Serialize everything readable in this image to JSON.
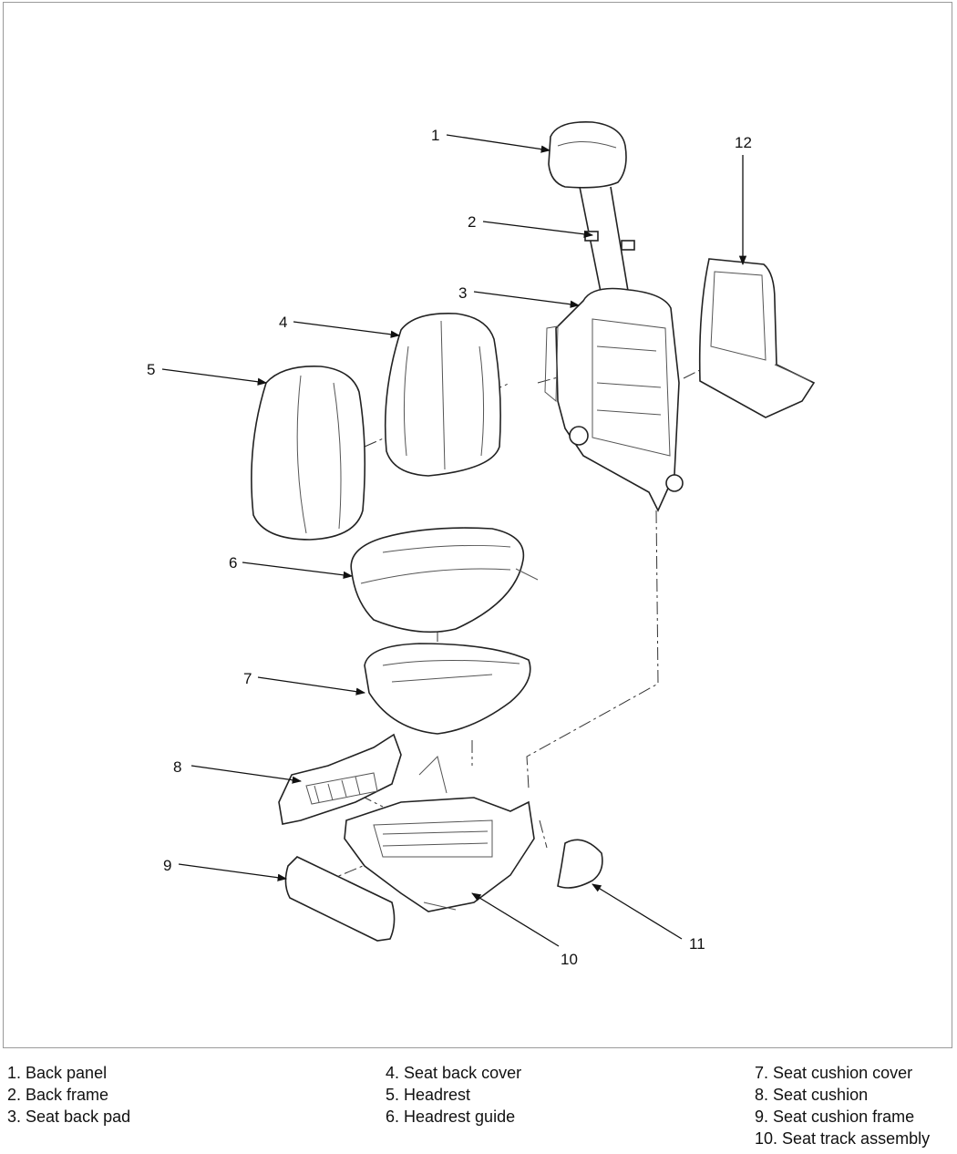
{
  "callouts": [
    {
      "id": "1",
      "text": "1"
    },
    {
      "id": "2",
      "text": "2"
    },
    {
      "id": "3",
      "text": "3"
    },
    {
      "id": "4",
      "text": "4"
    },
    {
      "id": "5",
      "text": "5"
    },
    {
      "id": "6",
      "text": "6"
    },
    {
      "id": "7",
      "text": "7"
    },
    {
      "id": "8",
      "text": "8"
    },
    {
      "id": "9",
      "text": "9"
    },
    {
      "id": "10",
      "text": "10"
    },
    {
      "id": "11",
      "text": "11"
    },
    {
      "id": "12",
      "text": "12"
    }
  ],
  "legend": {
    "col1": [
      "1. Back panel",
      "2. Back frame",
      "3. Seat back pad"
    ],
    "col2": [
      "4. Seat back cover",
      "5. Headrest",
      "6. Headrest guide"
    ],
    "col3": [
      "7. Seat cushion cover",
      "8. Seat cushion",
      "9. Seat cushion frame",
      "10. Seat track assembly"
    ]
  }
}
